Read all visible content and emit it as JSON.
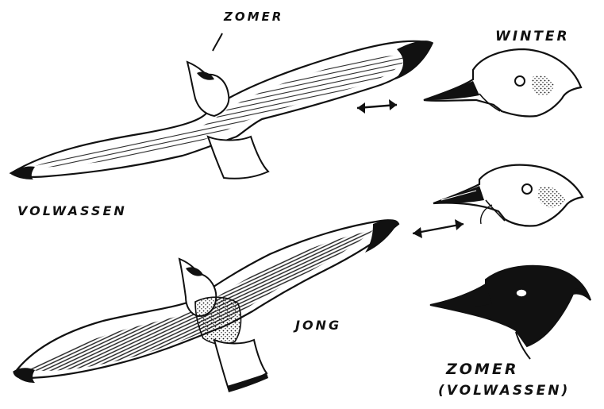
{
  "labels": {
    "zomer_top": "ZOMER",
    "winter": "WINTER",
    "volwassen": "VOLWASSEN",
    "jong": "JONG",
    "zomer_bottom": "ZOMER",
    "zomer_bottom_sub": "(VOLWASSEN)"
  },
  "colors": {
    "ink": "#111111",
    "paper": "#ffffff"
  }
}
